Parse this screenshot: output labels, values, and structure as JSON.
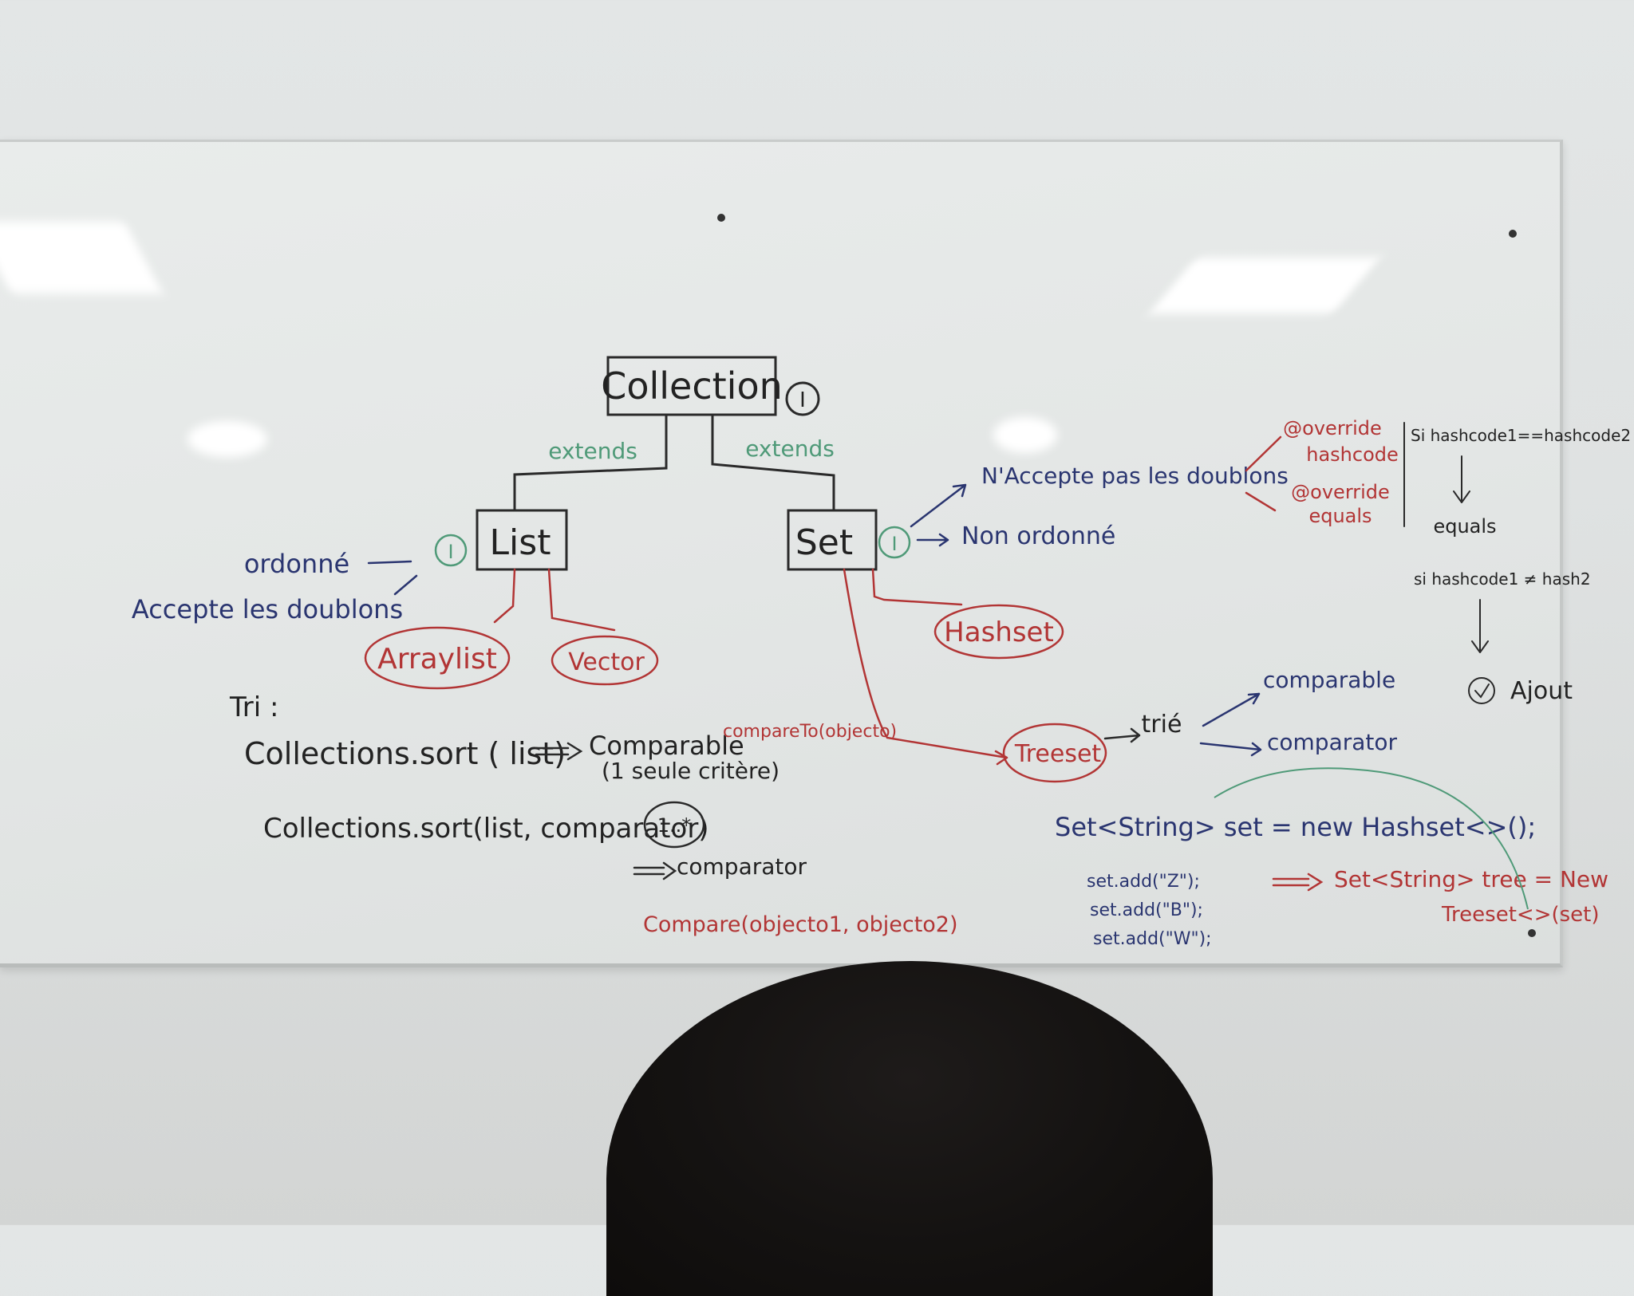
{
  "board": {
    "root": {
      "label": "Collection",
      "badge": "I"
    },
    "edges": {
      "left": "extends",
      "right": "extends"
    },
    "list": {
      "label": "List",
      "badge": "I",
      "notes": [
        "ordonné",
        "Accepte les doublons"
      ],
      "implementations": [
        "Arraylist",
        "Vector"
      ]
    },
    "set": {
      "label": "Set",
      "badge": "I",
      "notes": [
        "N'Accepte pas les doublons",
        "Non ordonné"
      ],
      "overrides": [
        "@override",
        "hashcode",
        "@override",
        "equals"
      ],
      "implementations": [
        "Hashset",
        "Treeset"
      ]
    },
    "hash_rules": {
      "line1": "Si hashcode1==hashcode2",
      "equals": "equals",
      "line2": "si hashcode1 ≠ hash2",
      "result": "Ajout"
    },
    "treeset": {
      "label": "trié",
      "options": [
        "comparable",
        "comparator"
      ]
    },
    "sorting": {
      "heading": "Tri :",
      "line1": "Collections.sort ( list)",
      "line1_result": "Comparable",
      "compare_to": "compareTo(objecto)",
      "one_criterion": "(1 seule critère)",
      "line2": "Collections.sort(list, comparator)",
      "multiplicity": "1..*",
      "line2_result": "comparator",
      "compare": "Compare(objecto1, objecto2)"
    },
    "code": {
      "decl": "Set<String> set = new Hashset<>();",
      "adds": [
        "set.add(\"Z\");",
        "set.add(\"B\");",
        "set.add(\"W\");"
      ],
      "tree_decl": "Set<String> tree = New",
      "tree_new": "Treeset<>(set)"
    }
  }
}
